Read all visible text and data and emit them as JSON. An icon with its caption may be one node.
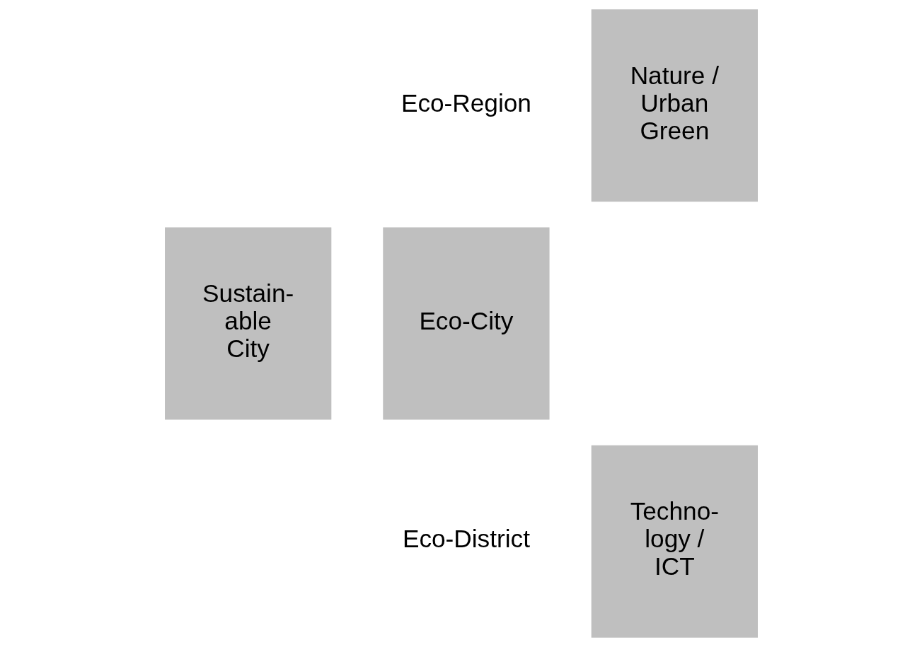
{
  "diagram": {
    "nodes": [
      {
        "text": [
          "Sustain- able City"
        ]
      },
      {
        "text": [
          "Eco-City"
        ]
      },
      {
        "text": [
          "Nature / Urban Green"
        ]
      },
      {
        "text": [
          "Techno- logy / ICT"
        ]
      }
    ],
    "labels": [
      "Eco-Region",
      "Eco-District"
    ]
  }
}
